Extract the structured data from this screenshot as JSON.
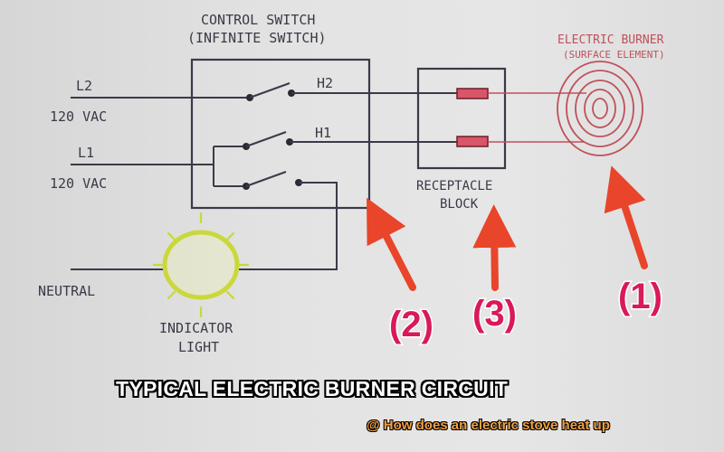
{
  "switch": {
    "title_line1": "CONTROL SWITCH",
    "title_line2": "(INFINITE SWITCH)",
    "terminal_h2": "H2",
    "terminal_h1": "H1"
  },
  "supply": {
    "l2_label": "L2",
    "l2_voltage": "120 VAC",
    "l1_label": "L1",
    "l1_voltage": "120 VAC",
    "neutral_label": "NEUTRAL"
  },
  "indicator": {
    "line1": "INDICATOR",
    "line2": "LIGHT"
  },
  "receptacle": {
    "line1": "RECEPTACLE",
    "line2": "BLOCK"
  },
  "burner": {
    "line1": "ELECTRIC BURNER",
    "line2": "(SURFACE ELEMENT)"
  },
  "callouts": {
    "c1": "(1)",
    "c2": "(2)",
    "c3": "(3)"
  },
  "caption": "TYPICAL ELECTRIC BURNER CIRCUIT",
  "watermark": "@ How does an electric stove heat up",
  "colors": {
    "ink": "#3a3a48",
    "red_ink": "#c0505a",
    "arrow": "#e8452a",
    "callout": "#d81a5a",
    "bulb": "#c9d83a"
  }
}
